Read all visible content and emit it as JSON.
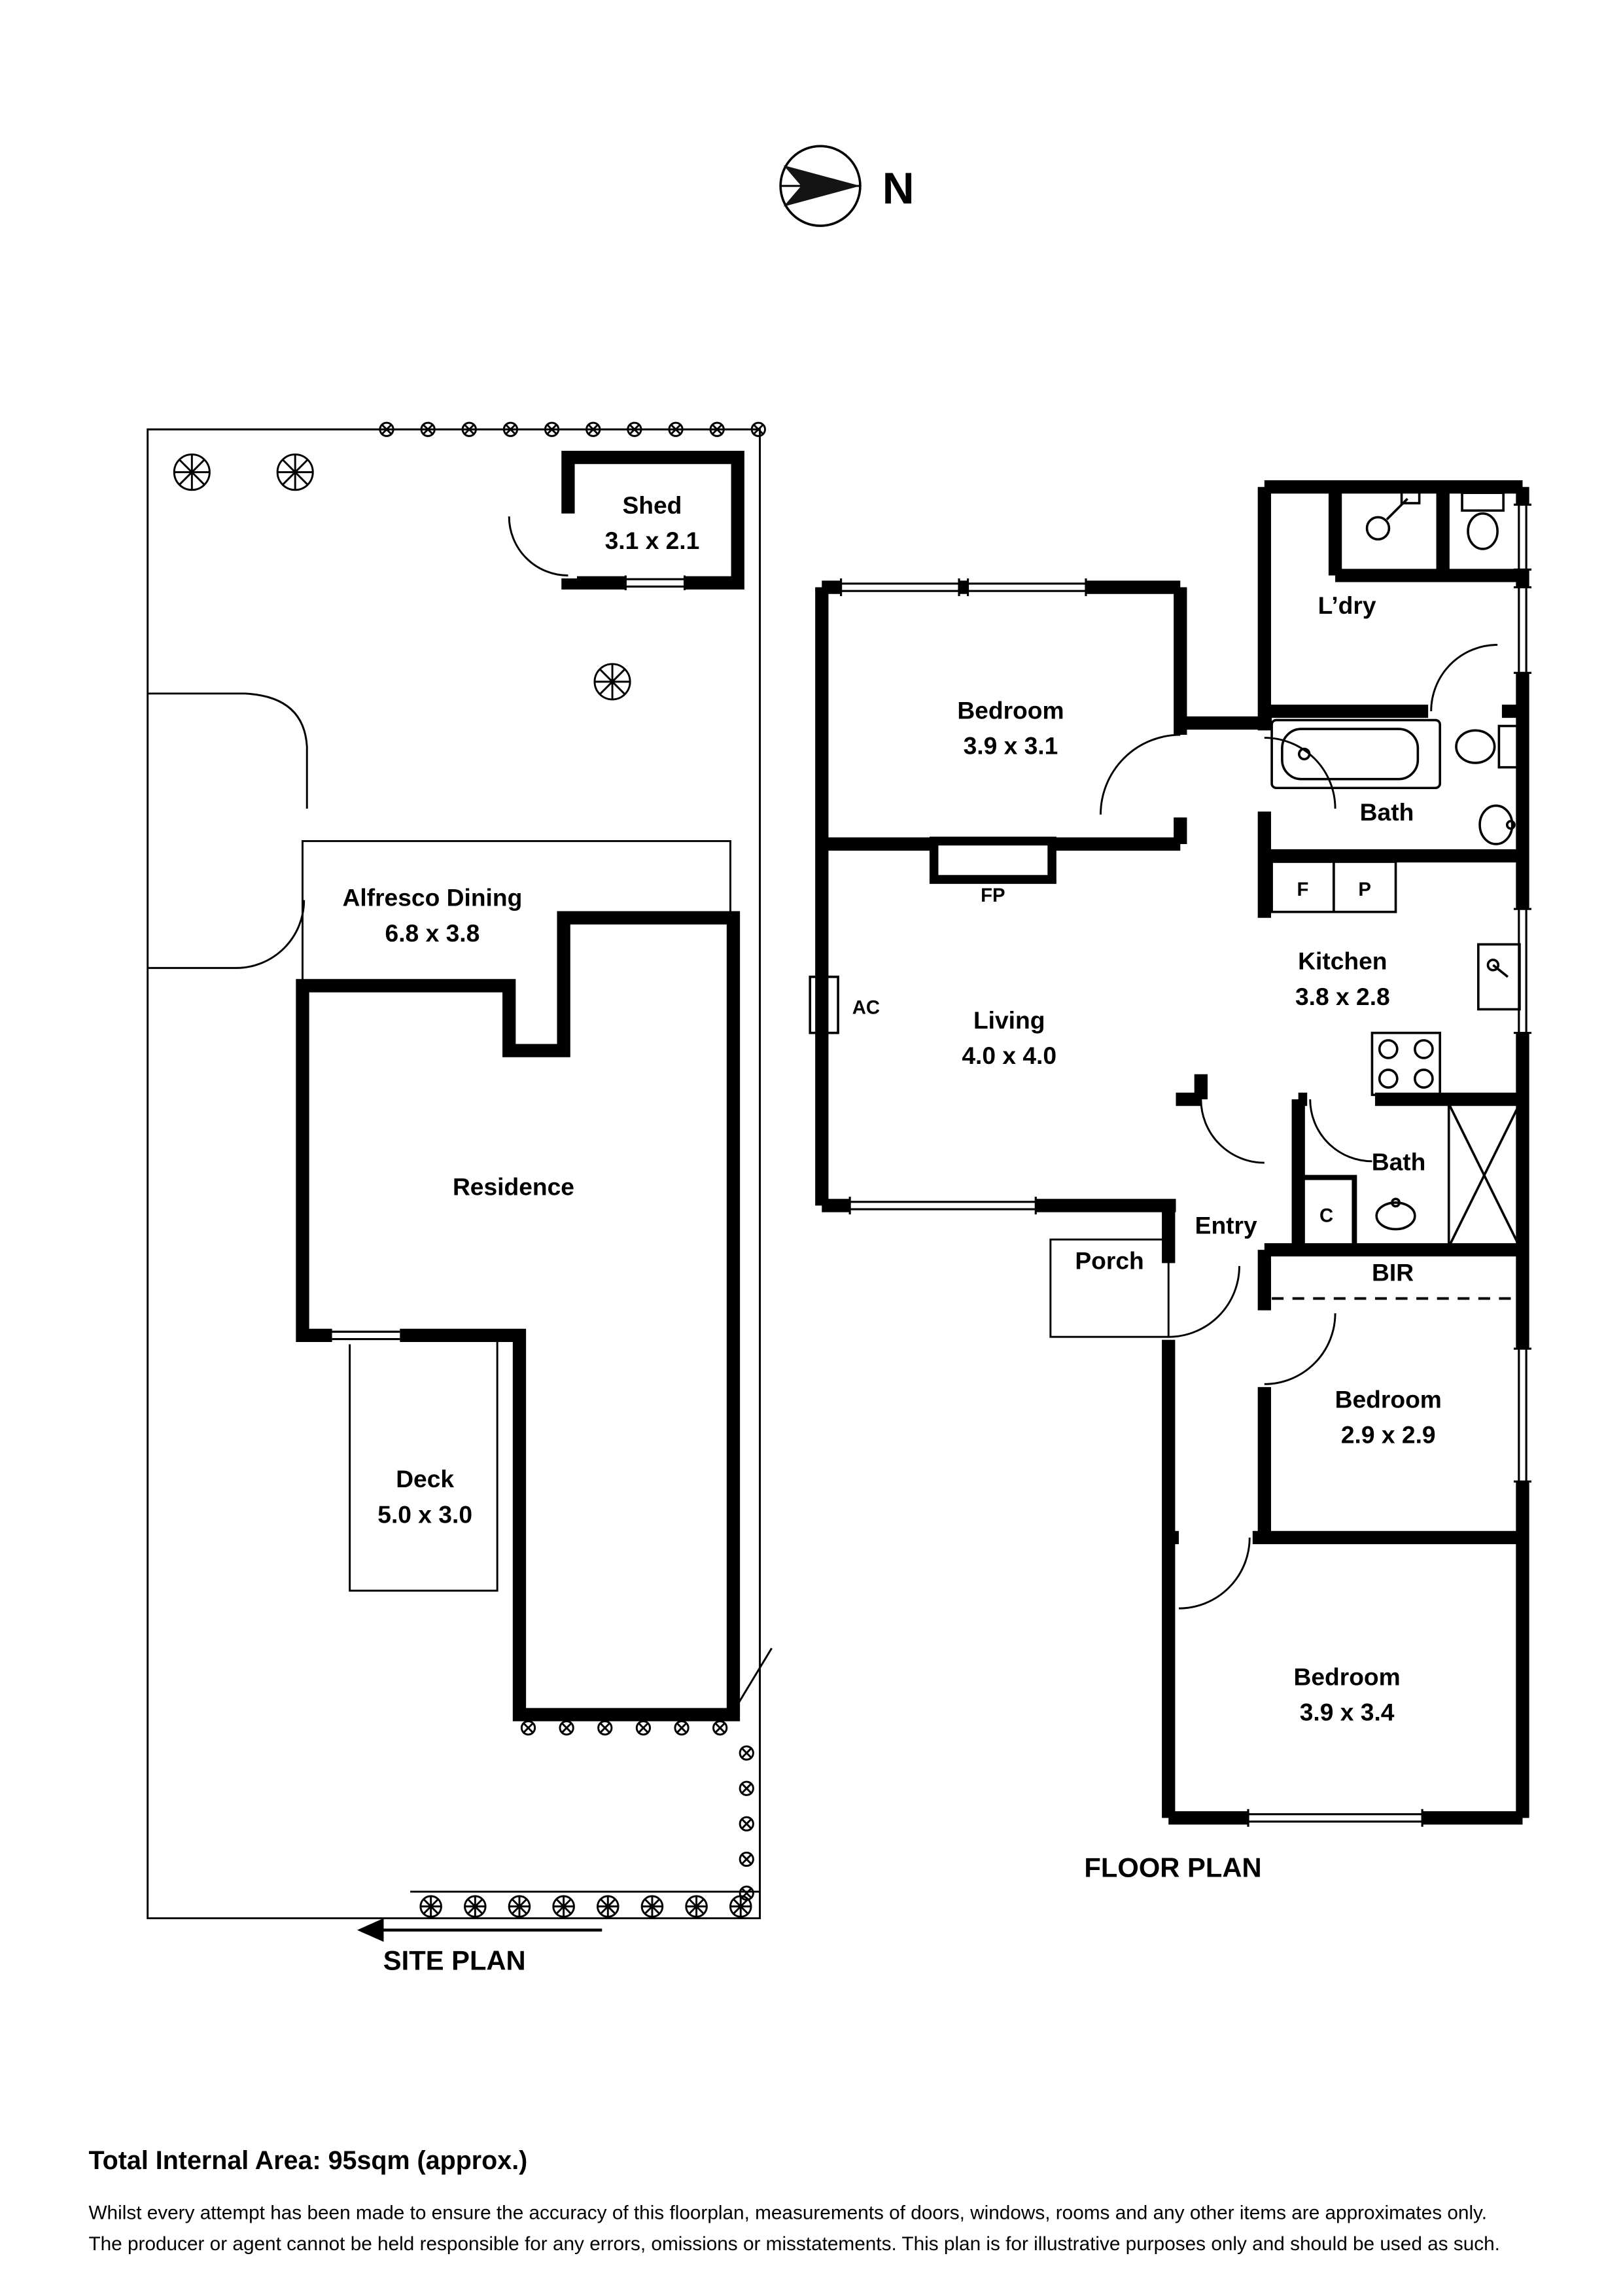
{
  "compass": {
    "north": "N"
  },
  "site_plan": {
    "title": "SITE PLAN",
    "shed": {
      "name": "Shed",
      "dims": "3.1 x 2.1"
    },
    "alfresco": {
      "name": "Alfresco Dining",
      "dims": "6.8 x 3.8"
    },
    "residence": {
      "name": "Residence"
    },
    "deck": {
      "name": "Deck",
      "dims": "5.0 x 3.0"
    }
  },
  "floor_plan": {
    "title": "FLOOR PLAN",
    "bedroom1": {
      "name": "Bedroom",
      "dims": "3.9 x 3.1"
    },
    "laundry": {
      "name": "L’dry"
    },
    "bath1": {
      "name": "Bath"
    },
    "kitchen": {
      "name": "Kitchen",
      "dims": "3.8 x 2.8"
    },
    "living": {
      "name": "Living",
      "dims": "4.0 x 4.0"
    },
    "fireplace": {
      "abbr": "FP"
    },
    "air_conditioner": {
      "abbr": "AC"
    },
    "fridge": {
      "abbr": "F"
    },
    "pantry": {
      "abbr": "P"
    },
    "bath2": {
      "name": "Bath"
    },
    "entry": {
      "name": "Entry"
    },
    "porch": {
      "name": "Porch"
    },
    "cupboard": {
      "abbr": "C"
    },
    "built_in_robe": {
      "abbr": "BIR"
    },
    "bedroom2": {
      "name": "Bedroom",
      "dims": "2.9 x 2.9"
    },
    "bedroom3": {
      "name": "Bedroom",
      "dims": "3.9 x 3.4"
    }
  },
  "footer": {
    "total_area": "Total Internal Area: 95sqm (approx.)",
    "disclaimer_line1": "Whilst every attempt has been made to ensure the accuracy of this floorplan, measurements of doors, windows, rooms and any other items are approximates only.",
    "disclaimer_line2": "The producer or agent cannot be held responsible for any errors, omissions or misstatements. This plan is for illustrative purposes only and should be used as such."
  },
  "colors": {
    "wall": "#000000",
    "background": "#ffffff"
  }
}
